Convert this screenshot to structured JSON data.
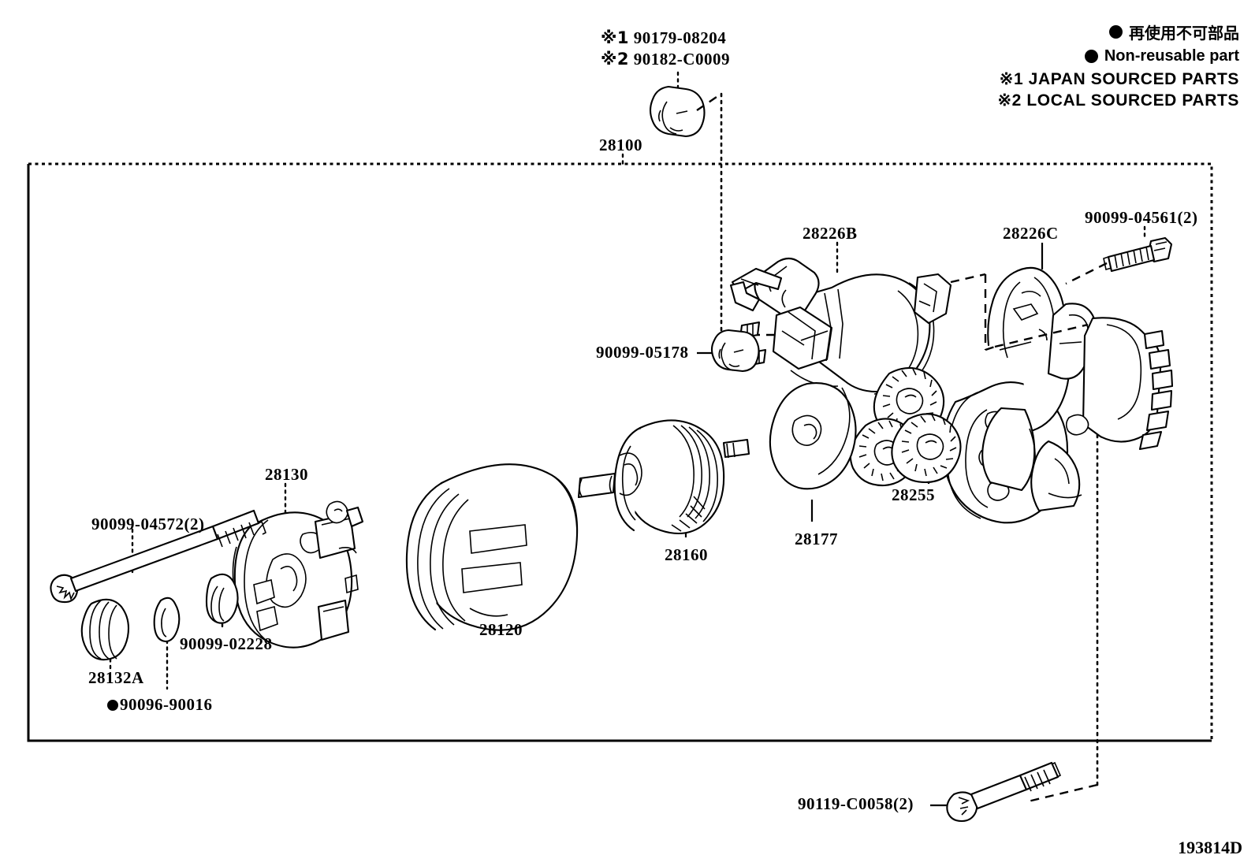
{
  "diagram": {
    "code": "193814D",
    "assembly_label": "28100"
  },
  "top_notes": {
    "line1_prefix": "※1",
    "line1_number": "90179-08204",
    "line2_prefix": "※2",
    "line2_number": "90182-C0009"
  },
  "legend": {
    "nonreusable_jp": "再使用不可部品",
    "nonreusable_en": "Non-reusable part",
    "sourced_japan": "※1 JAPAN SOURCED PARTS",
    "sourced_local": "※2 LOCAL SOURCED PARTS",
    "dot_color": "#000000"
  },
  "parts": [
    {
      "id": "p-28100",
      "label": "28100",
      "name": "starter-assembly"
    },
    {
      "id": "p-28226B",
      "label": "28226B",
      "name": "magnetic-switch-solenoid"
    },
    {
      "id": "p-28226C",
      "label": "28226C",
      "name": "starter-housing-clutch"
    },
    {
      "id": "p-90099-04561",
      "label": "90099-04561(2)",
      "name": "bolt-housing"
    },
    {
      "id": "p-90099-05178",
      "label": "90099-05178",
      "name": "nut-solenoid-terminal"
    },
    {
      "id": "p-28255",
      "label": "28255",
      "name": "planetary-gear-set"
    },
    {
      "id": "p-28177",
      "label": "28177",
      "name": "starter-plate"
    },
    {
      "id": "p-28160",
      "label": "28160",
      "name": "armature"
    },
    {
      "id": "p-28120",
      "label": "28120",
      "name": "field-frame-yoke"
    },
    {
      "id": "p-28130",
      "label": "28130",
      "name": "brush-holder-end-cover"
    },
    {
      "id": "p-90099-04572",
      "label": "90099-04572(2)",
      "name": "through-bolt"
    },
    {
      "id": "p-90099-02228",
      "label": "90099-02228",
      "name": "washer"
    },
    {
      "id": "p-28132A",
      "label": "28132A",
      "name": "end-cover-cap"
    },
    {
      "id": "p-90096-90016",
      "label": "90096-90016",
      "name": "o-ring-nonreusable",
      "nonreusable": true
    },
    {
      "id": "p-90119-C0058",
      "label": "90119-C0058(2)",
      "name": "stud-bolt"
    }
  ]
}
